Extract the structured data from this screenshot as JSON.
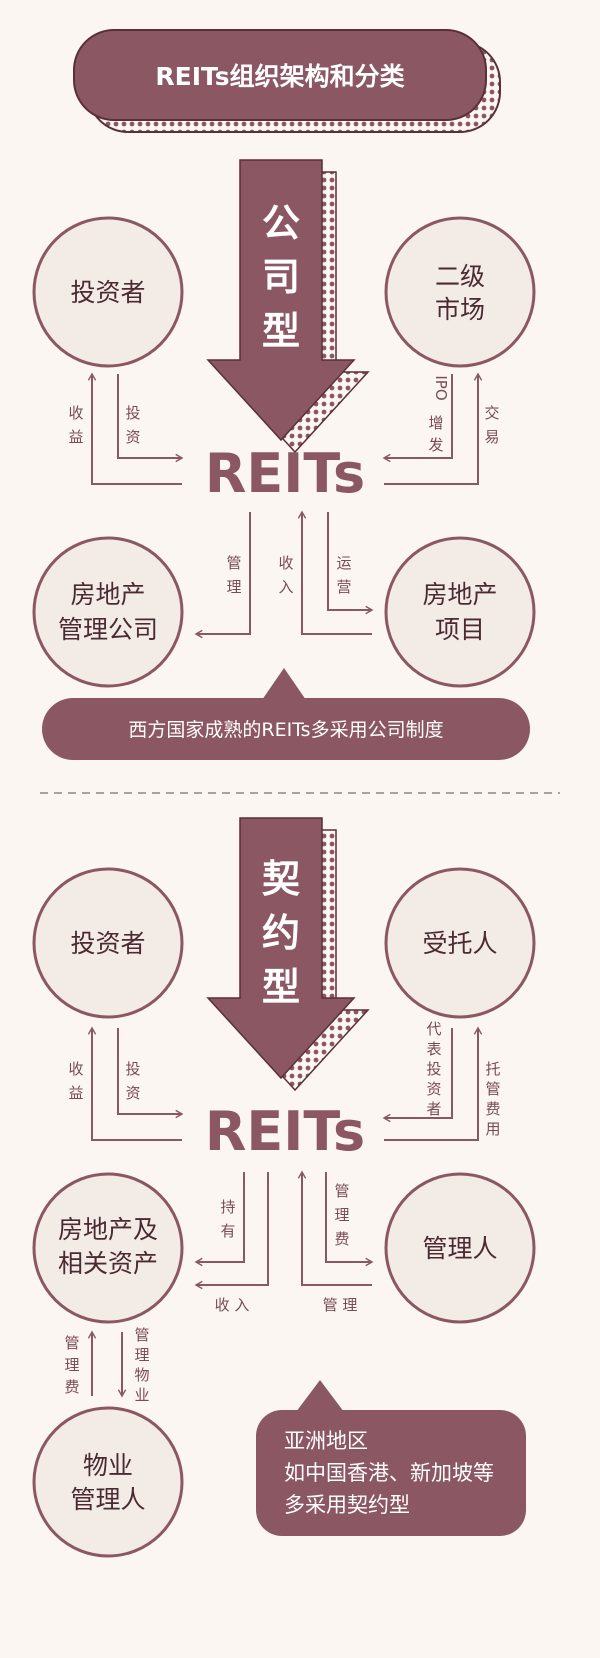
{
  "title": "REITs组织架构和分类",
  "center_label": "REITs",
  "colors": {
    "primary": "#8b5762",
    "circle_fill": "#f3ebe5",
    "text_dark": "#4b2a33",
    "background": "#fbf6f2"
  },
  "corporate": {
    "type_label": [
      "公",
      "司",
      "型"
    ],
    "investor": "投资者",
    "secondary_market": [
      "二级",
      "市场"
    ],
    "mgmt_company": [
      "房地产",
      "管理公司"
    ],
    "project": [
      "房地产",
      "项目"
    ],
    "labels": {
      "income": [
        "收",
        "益"
      ],
      "invest": [
        "投",
        "资"
      ],
      "ipo": [
        "IPO",
        "增",
        "发"
      ],
      "trade": [
        "交",
        "易"
      ],
      "manage": [
        "管",
        "理"
      ],
      "revenue": [
        "收",
        "入"
      ],
      "operate": [
        "运",
        "营"
      ]
    },
    "note": "西方国家成熟的REITs多采用公司制度"
  },
  "contract": {
    "type_label": [
      "契",
      "约",
      "型"
    ],
    "investor": "投资者",
    "trustee": "受托人",
    "assets": [
      "房地产及",
      "相关资产"
    ],
    "manager": "管理人",
    "property_mgr": [
      "物业",
      "管理人"
    ],
    "labels": {
      "income": [
        "收",
        "益"
      ],
      "invest": [
        "投",
        "资"
      ],
      "represent": [
        "代",
        "表",
        "投",
        "资",
        "者"
      ],
      "custody_fee": [
        "托",
        "管",
        "费",
        "用"
      ],
      "hold": [
        "持",
        "有"
      ],
      "revenue": "收 入",
      "mgmt_fee": [
        "管",
        "理",
        "费"
      ],
      "manage": "管 理",
      "mgmt_fee2": [
        "管",
        "理",
        "费"
      ],
      "prop_mgmt": [
        "管",
        "理",
        "物",
        "业"
      ]
    },
    "note": [
      "亚洲地区",
      "如中国香港、新加坡等",
      "多采用契约型"
    ]
  }
}
